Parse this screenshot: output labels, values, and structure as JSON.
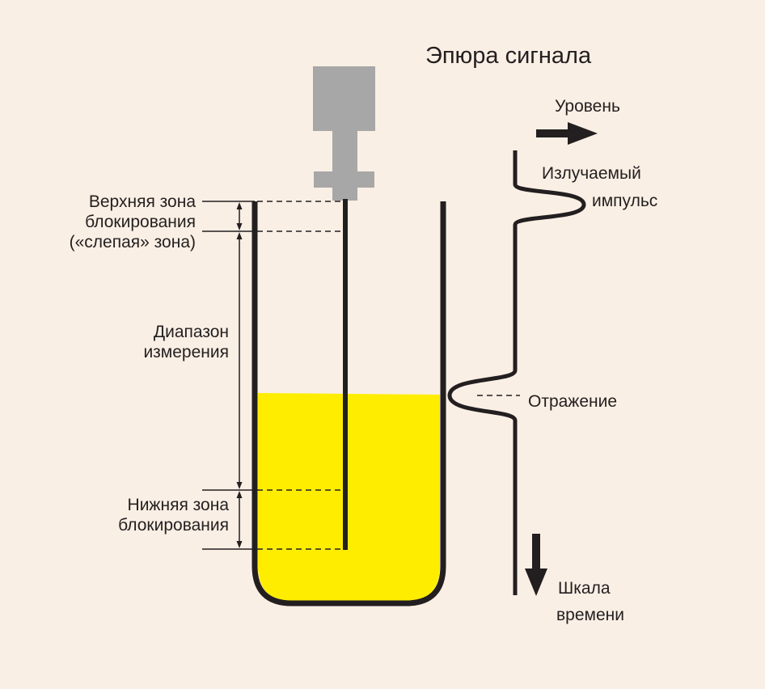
{
  "title": "Эпюра сигнала",
  "level_label": "Уровень",
  "emitted_pulse": [
    "Излучаемый",
    "импульс"
  ],
  "reflection_label": "Отражение",
  "time_scale": [
    "Шкала",
    "времени"
  ],
  "upper_zone": [
    "Верхняя зона",
    "блокирования",
    "(«слепая» зона)"
  ],
  "range": [
    "Диапазон",
    "измерения"
  ],
  "lower_zone": [
    "Нижняя зона",
    "блокирования"
  ],
  "colors": {
    "background": "#faefe4",
    "liquid": "#ffed00",
    "line": "#231f20",
    "sensor": "#a7a7a7"
  }
}
